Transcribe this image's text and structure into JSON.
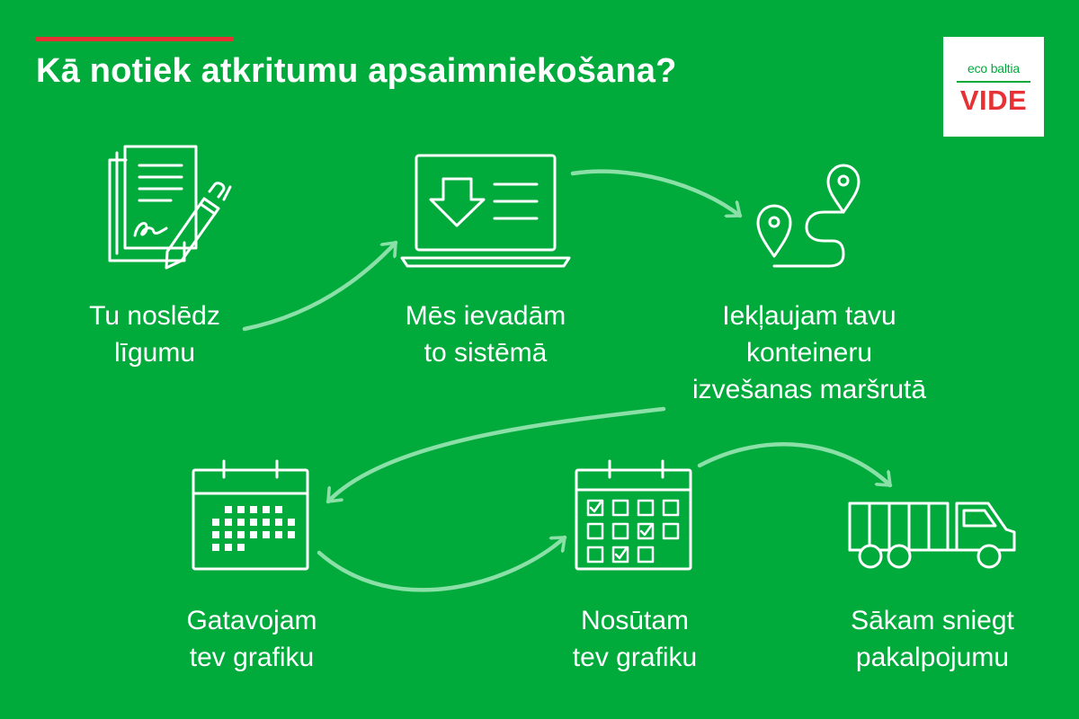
{
  "header": {
    "title": "Kā notiek atkritumu apsaimniekošana?",
    "accent_color": "#e63234",
    "background_color": "#00ab3c"
  },
  "logo": {
    "top_text": "eco baltia",
    "main_text": "VIDE"
  },
  "steps": [
    {
      "id": "contract",
      "icon": "contract-signing-icon",
      "lines": [
        "Tu noslēdz",
        "līgumu"
      ]
    },
    {
      "id": "system",
      "icon": "laptop-download-icon",
      "lines": [
        "Mēs ievadām",
        "to sistēmā"
      ]
    },
    {
      "id": "route",
      "icon": "route-pins-icon",
      "lines": [
        "Iekļaujam tavu",
        "konteineru",
        "izvešanas maršrutā"
      ]
    },
    {
      "id": "prepare-schedule",
      "icon": "calendar-icon",
      "lines": [
        "Gatavojam",
        "tev grafiku"
      ]
    },
    {
      "id": "send-schedule",
      "icon": "calendar-checked-icon",
      "lines": [
        "Nosūtam",
        "tev grafiku"
      ]
    },
    {
      "id": "service",
      "icon": "truck-icon",
      "lines": [
        "Sākam sniegt",
        "pakalpojumu"
      ]
    }
  ]
}
